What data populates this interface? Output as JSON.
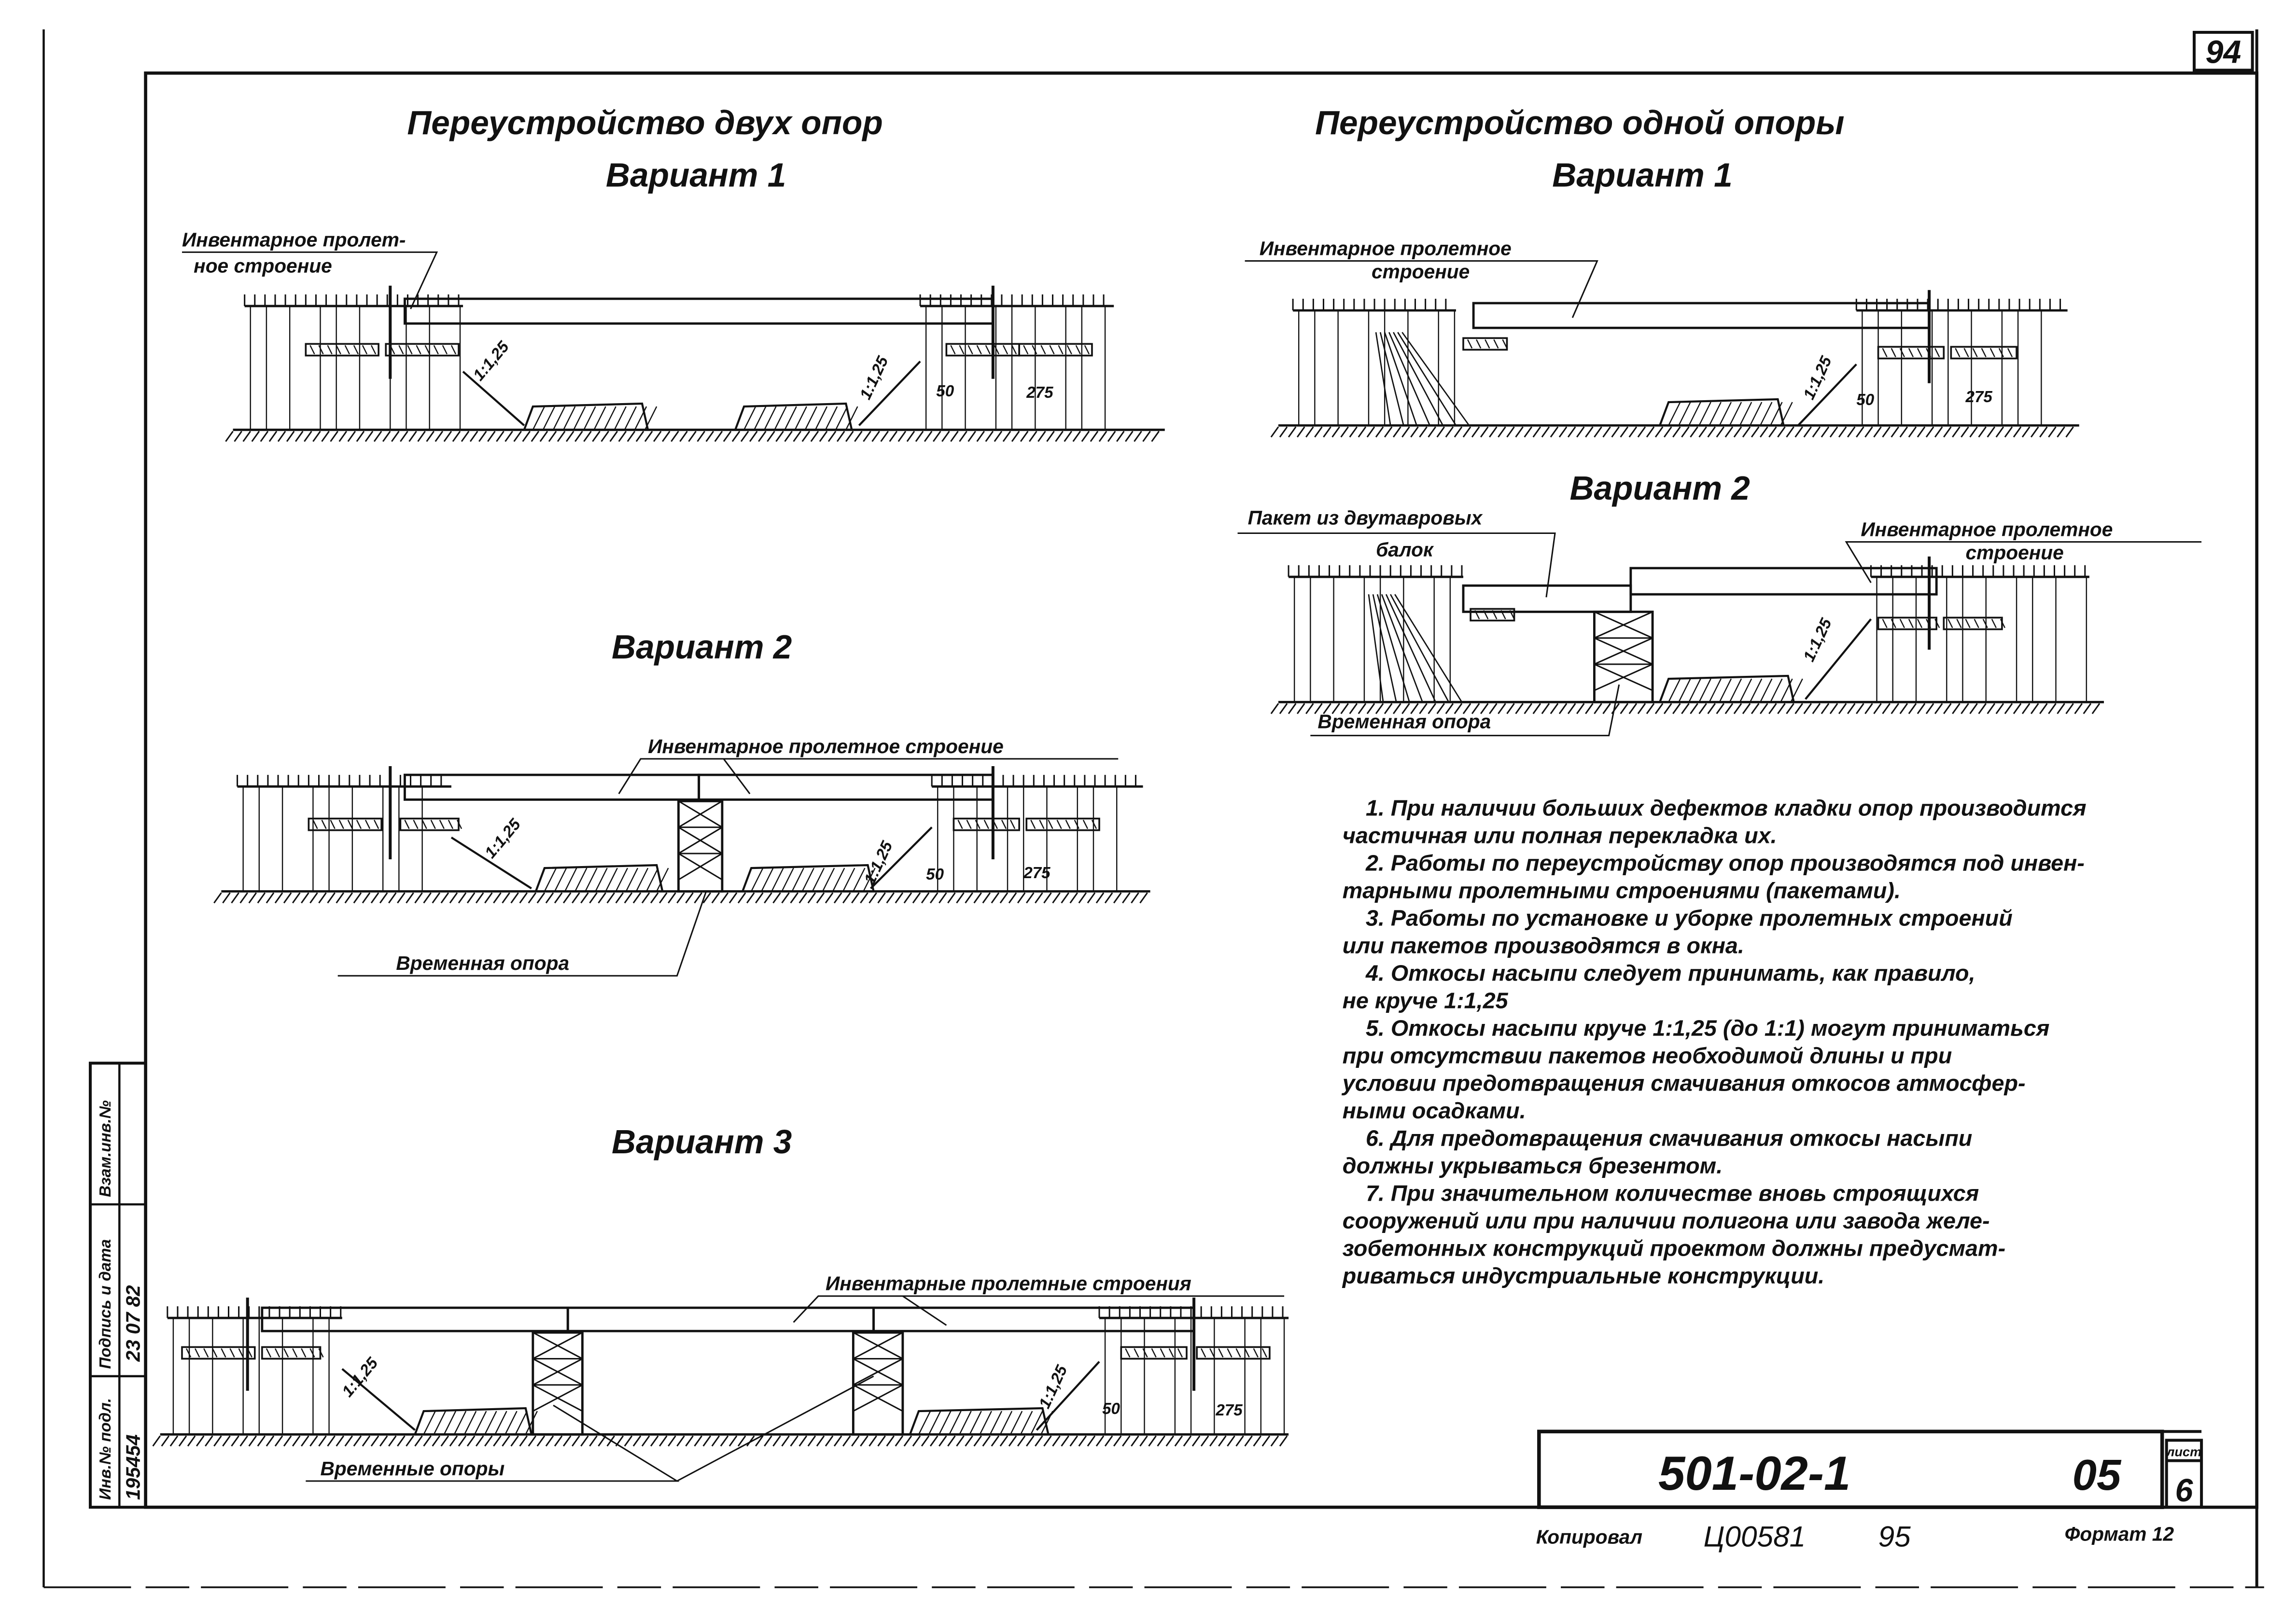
{
  "sheet_number_corner": "94",
  "left": {
    "title": "Переустройство двух опор",
    "variant1": {
      "heading": "Вариант 1",
      "label_span": [
        "Инвентарное пролет-",
        "ное строение"
      ],
      "dims": {
        "slope_left": "1:1,25",
        "slope_right": "1:1,25",
        "d50": "50",
        "d275": "275"
      }
    },
    "variant2": {
      "heading": "Вариант 2",
      "label_span": "Инвентарное пролетное строение",
      "label_support": "Временная опора",
      "dims": {
        "slope_left": "1:1,25",
        "slope_right": "1:1,25",
        "d50": "50",
        "d275": "275"
      }
    },
    "variant3": {
      "heading": "Вариант 3",
      "label_span": "Инвентарные пролетные строения",
      "label_support": "Временные опоры",
      "dims": {
        "slope_left": "1:1,25",
        "slope_right": "1:1,25",
        "d50": "50",
        "d275": "275"
      }
    }
  },
  "right": {
    "title": "Переустройство одной опоры",
    "variant1": {
      "heading": "Вариант 1",
      "label_span": [
        "Инвентарное пролетное",
        "строение"
      ],
      "dims": {
        "slope_right": "1:1,25",
        "d50": "50",
        "d275": "275"
      }
    },
    "variant2": {
      "heading": "Вариант 2",
      "label_packet": [
        "Пакет из двутавровых",
        "балок"
      ],
      "label_span": [
        "Инвентарное пролетное",
        "строение"
      ],
      "label_support": "Временная опора",
      "dims": {
        "slope_right": "1:1,25"
      }
    }
  },
  "notes": [
    "1. При наличии больших дефектов кладки опор производится",
    "частичная или полная перекладка их.",
    "2. Работы по переустройству опор производятся под инвен-",
    "тарными пролетными строениями (пакетами).",
    "3. Работы по установке и уборке пролетных строений",
    "или пакетов производятся в окна.",
    "4. Откосы насыпи следует принимать, как правило,",
    "не круче 1:1,25",
    "5. Откосы насыпи круче 1:1,25 (до 1:1) могут приниматься",
    "при отсутствии пакетов необходимой длины и при",
    "условии предотвращения смачивания откосов атмосфер-",
    "ными осадками.",
    "6. Для предотвращения смачивания откосы насыпи",
    "должны укрываться брезентом.",
    "7. При значительном количестве вновь строящихся",
    "сооружений или при наличии полигона или завода желе-",
    "зобетонных конструкций проектом должны предусмат-",
    "риваться индустриальные конструкции."
  ],
  "title_block": {
    "code": "501-02-1",
    "album": "05",
    "sheet_label": "лист",
    "sheet": "6"
  },
  "footer": {
    "copied_label": "Копировал",
    "order": "Ц00581",
    "number": "95",
    "format": "Формат 12"
  },
  "side_stamp": {
    "labels": [
      "Инв.№ подл.",
      "Подпись и дата",
      "Взам.инв.№"
    ],
    "values": [
      "195454",
      "23 07 82",
      ""
    ]
  }
}
